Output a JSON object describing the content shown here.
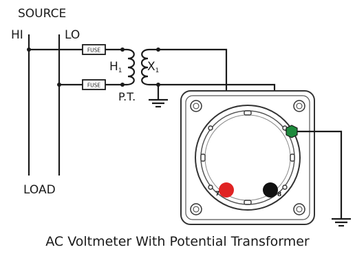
{
  "labels": {
    "source": "SOURCE",
    "hi": "HI",
    "lo": "LO",
    "h1_main": "H",
    "h1_sub": "1",
    "x1_main": "X",
    "x1_sub": "1",
    "pt": "P.T.",
    "load": "LOAD",
    "fuse_top": "FUSE",
    "fuse_bottom": "FUSE",
    "terminal_red": "7",
    "terminal_black": "8",
    "caption": "AC Voltmeter With Potential Transformer"
  },
  "colors": {
    "wire": "#1a1a1a",
    "terminal_red": "#e02323",
    "terminal_black": "#111111",
    "terminal_green": "#1e8a3c",
    "meter_face": "#ffffff",
    "meter_outline": "#333333"
  },
  "icons": {
    "ground_transformer": "ground-icon",
    "ground_meter": "ground-icon",
    "coil": "coil-icon"
  }
}
